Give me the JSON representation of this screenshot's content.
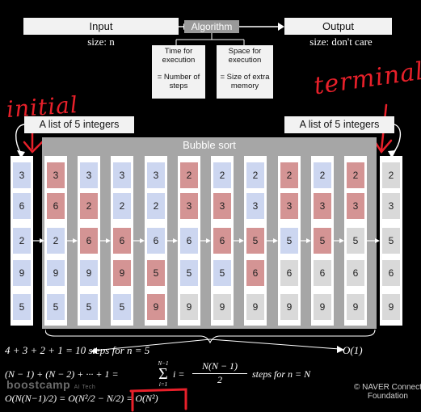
{
  "header": {
    "input_label": "Input",
    "input_size": "size: n",
    "algorithm_label": "Algorithm",
    "output_label": "Output",
    "output_size": "size: don't care",
    "time_box": [
      "Time for",
      "execution",
      "",
      "= Number of",
      "steps"
    ],
    "space_box": [
      "Space for",
      "execution",
      "",
      "= Size of extra",
      "memory"
    ]
  },
  "annotations": {
    "initial_handwritten": "initial",
    "terminal_handwritten": "terminal",
    "left_list_label": "A list of 5 integers",
    "right_list_label": "A list of 5 integers",
    "bubble_sort_label": "Bubble sort"
  },
  "colors": {
    "blue": "#ccd6f0",
    "red": "#d49494",
    "grey": "#d9d9d9",
    "frame": "#a6a6a6",
    "pen": "#e8202a"
  },
  "columns": [
    {
      "values": [
        "3",
        "6",
        "2",
        "9",
        "5"
      ],
      "colors": [
        "blue",
        "blue",
        "blue",
        "blue",
        "blue"
      ]
    },
    {
      "values": [
        "3",
        "6",
        "2",
        "9",
        "5"
      ],
      "colors": [
        "red",
        "red",
        "blue",
        "blue",
        "blue"
      ]
    },
    {
      "values": [
        "3",
        "2",
        "6",
        "9",
        "5"
      ],
      "colors": [
        "blue",
        "red",
        "red",
        "blue",
        "blue"
      ]
    },
    {
      "values": [
        "3",
        "2",
        "6",
        "9",
        "5"
      ],
      "colors": [
        "blue",
        "blue",
        "red",
        "red",
        "blue"
      ]
    },
    {
      "values": [
        "3",
        "2",
        "6",
        "5",
        "9"
      ],
      "colors": [
        "blue",
        "blue",
        "blue",
        "red",
        "red"
      ]
    },
    {
      "values": [
        "2",
        "3",
        "6",
        "5",
        "9"
      ],
      "colors": [
        "red",
        "red",
        "blue",
        "blue",
        "grey"
      ]
    },
    {
      "values": [
        "2",
        "3",
        "6",
        "5",
        "9"
      ],
      "colors": [
        "blue",
        "red",
        "red",
        "blue",
        "grey"
      ]
    },
    {
      "values": [
        "2",
        "3",
        "5",
        "6",
        "9"
      ],
      "colors": [
        "blue",
        "blue",
        "red",
        "red",
        "grey"
      ]
    },
    {
      "values": [
        "2",
        "3",
        "5",
        "6",
        "9"
      ],
      "colors": [
        "red",
        "red",
        "blue",
        "grey",
        "grey"
      ]
    },
    {
      "values": [
        "2",
        "3",
        "5",
        "6",
        "9"
      ],
      "colors": [
        "blue",
        "red",
        "red",
        "grey",
        "grey"
      ]
    },
    {
      "values": [
        "2",
        "3",
        "5",
        "6",
        "9"
      ],
      "colors": [
        "red",
        "red",
        "grey",
        "grey",
        "grey"
      ]
    },
    {
      "values": [
        "2",
        "3",
        "5",
        "6",
        "9"
      ],
      "colors": [
        "grey",
        "grey",
        "grey",
        "grey",
        "grey"
      ]
    }
  ],
  "formulas": {
    "line1": "4 + 3 + 2 + 1 = 10 steps for n = 5",
    "big_o_1": "O(1)",
    "line2_left": "(N − 1) + (N − 2) + ··· + 1 =",
    "sum_top": "N−1",
    "sum_bottom": "i=1",
    "sum_body": "i =",
    "frac_num": "N(N − 1)",
    "frac_den": "2",
    "line2_right": "steps for n = N",
    "line3": "O(N(N−1)/2) = O(N²/2 − N/2) = O(N²)"
  },
  "footer": {
    "watermark": "boostcamp",
    "watermark_sub": "AI Tech",
    "copyright": "© NAVER Connect",
    "copyright_line2": "Foundation"
  }
}
